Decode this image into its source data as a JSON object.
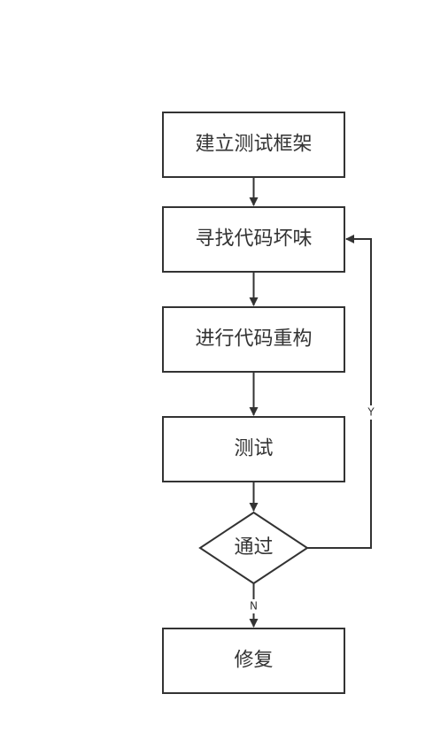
{
  "diagram": {
    "nodes": {
      "setup": {
        "label": "建立测试框架"
      },
      "find_smell": {
        "label": "寻找代码坏味"
      },
      "refactor": {
        "label": "进行代码重构"
      },
      "test": {
        "label": "测试"
      },
      "pass": {
        "label": "通过"
      },
      "fix": {
        "label": "修复"
      }
    },
    "edges": {
      "yes_label": "Y",
      "no_label": "N"
    },
    "colors": {
      "stroke": "#333333",
      "background": "#ffffff",
      "text": "#333333"
    }
  }
}
